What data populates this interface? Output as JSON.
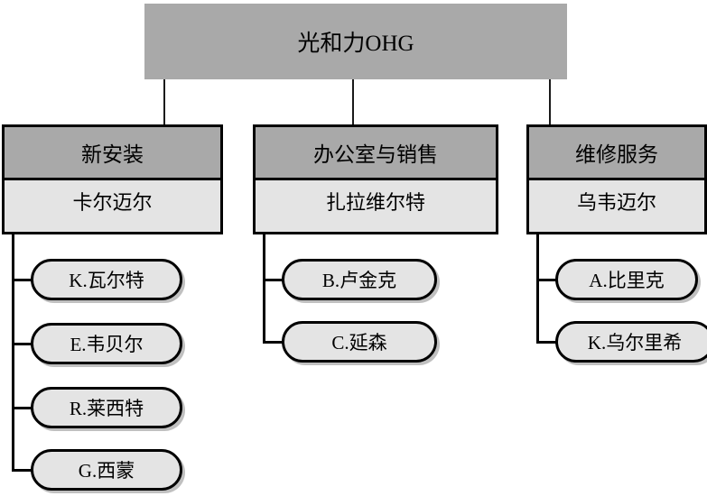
{
  "chart_title": "光和力OHG",
  "root": {
    "label": "光和力OHG",
    "fill": "#a9a9a9"
  },
  "colors": {
    "header_fill": "#a9a9a9",
    "body_fill": "#e4e4e4",
    "leaf_fill": "#e4e4e4",
    "border": "#000000",
    "background": "#ffffff"
  },
  "departments": [
    {
      "name": "新安装",
      "manager": "卡尔迈尔",
      "members": [
        {
          "label": "K.瓦尔特"
        },
        {
          "label": "E.韦贝尔"
        },
        {
          "label": "R.莱西特"
        },
        {
          "label": "G.西蒙"
        }
      ]
    },
    {
      "name": "办公室与销售",
      "manager": "扎拉维尔特",
      "members": [
        {
          "label": "B.卢金克"
        },
        {
          "label": "C.延森"
        }
      ]
    },
    {
      "name": "维修服务",
      "manager": "乌韦迈尔",
      "members": [
        {
          "label": "A.比里克"
        },
        {
          "label": "K.乌尔里希"
        }
      ]
    }
  ]
}
